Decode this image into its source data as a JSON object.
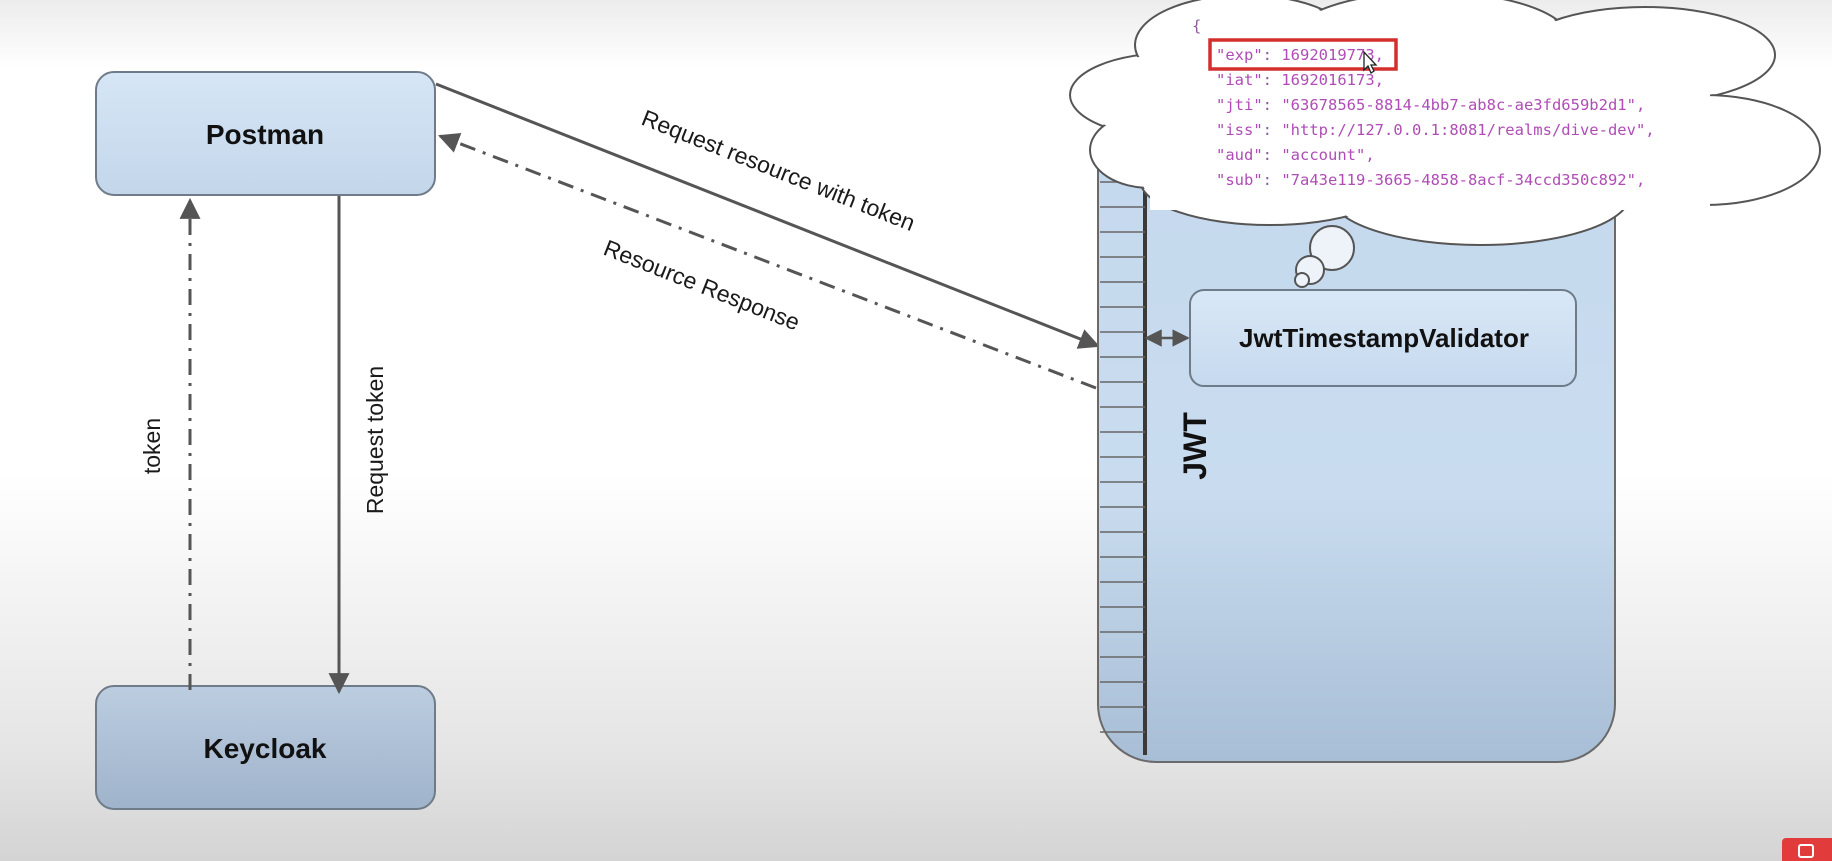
{
  "nodes": {
    "postman": "Postman",
    "keycloak": "Keycloak",
    "validator": "JwtTimestampValidator",
    "jwt": "JWT"
  },
  "edges": {
    "request_resource": "Request resource with token",
    "resource_response": "Resource Response",
    "request_token": "Request token",
    "token": "token"
  },
  "jwt_payload": {
    "open_brace": "{",
    "lines": [
      {
        "key": "\"exp\"",
        "value": "1692019773,"
      },
      {
        "key": "\"iat\"",
        "value": "1692016173,"
      },
      {
        "key": "\"jti\"",
        "value": "\"63678565-8814-4bb7-ab8c-ae3fd659b2d1\","
      },
      {
        "key": "\"iss\"",
        "value": "\"http://127.0.0.1:8081/realms/dive-dev\","
      },
      {
        "key": "\"aud\"",
        "value": "\"account\","
      },
      {
        "key": "\"sub\"",
        "value": "\"7a43e119-3665-4858-8acf-34ccd350c892\","
      }
    ],
    "highlighted_key": "exp"
  },
  "colors": {
    "postman_fill": "#cfe1f3",
    "keycloak_fill": "#a9bdd3",
    "highlight": "#d32f2f",
    "json_text": "#b04cb6"
  },
  "icons": {
    "cursor": "mouse-pointer-icon",
    "corner_badge": "window-badge-icon"
  }
}
